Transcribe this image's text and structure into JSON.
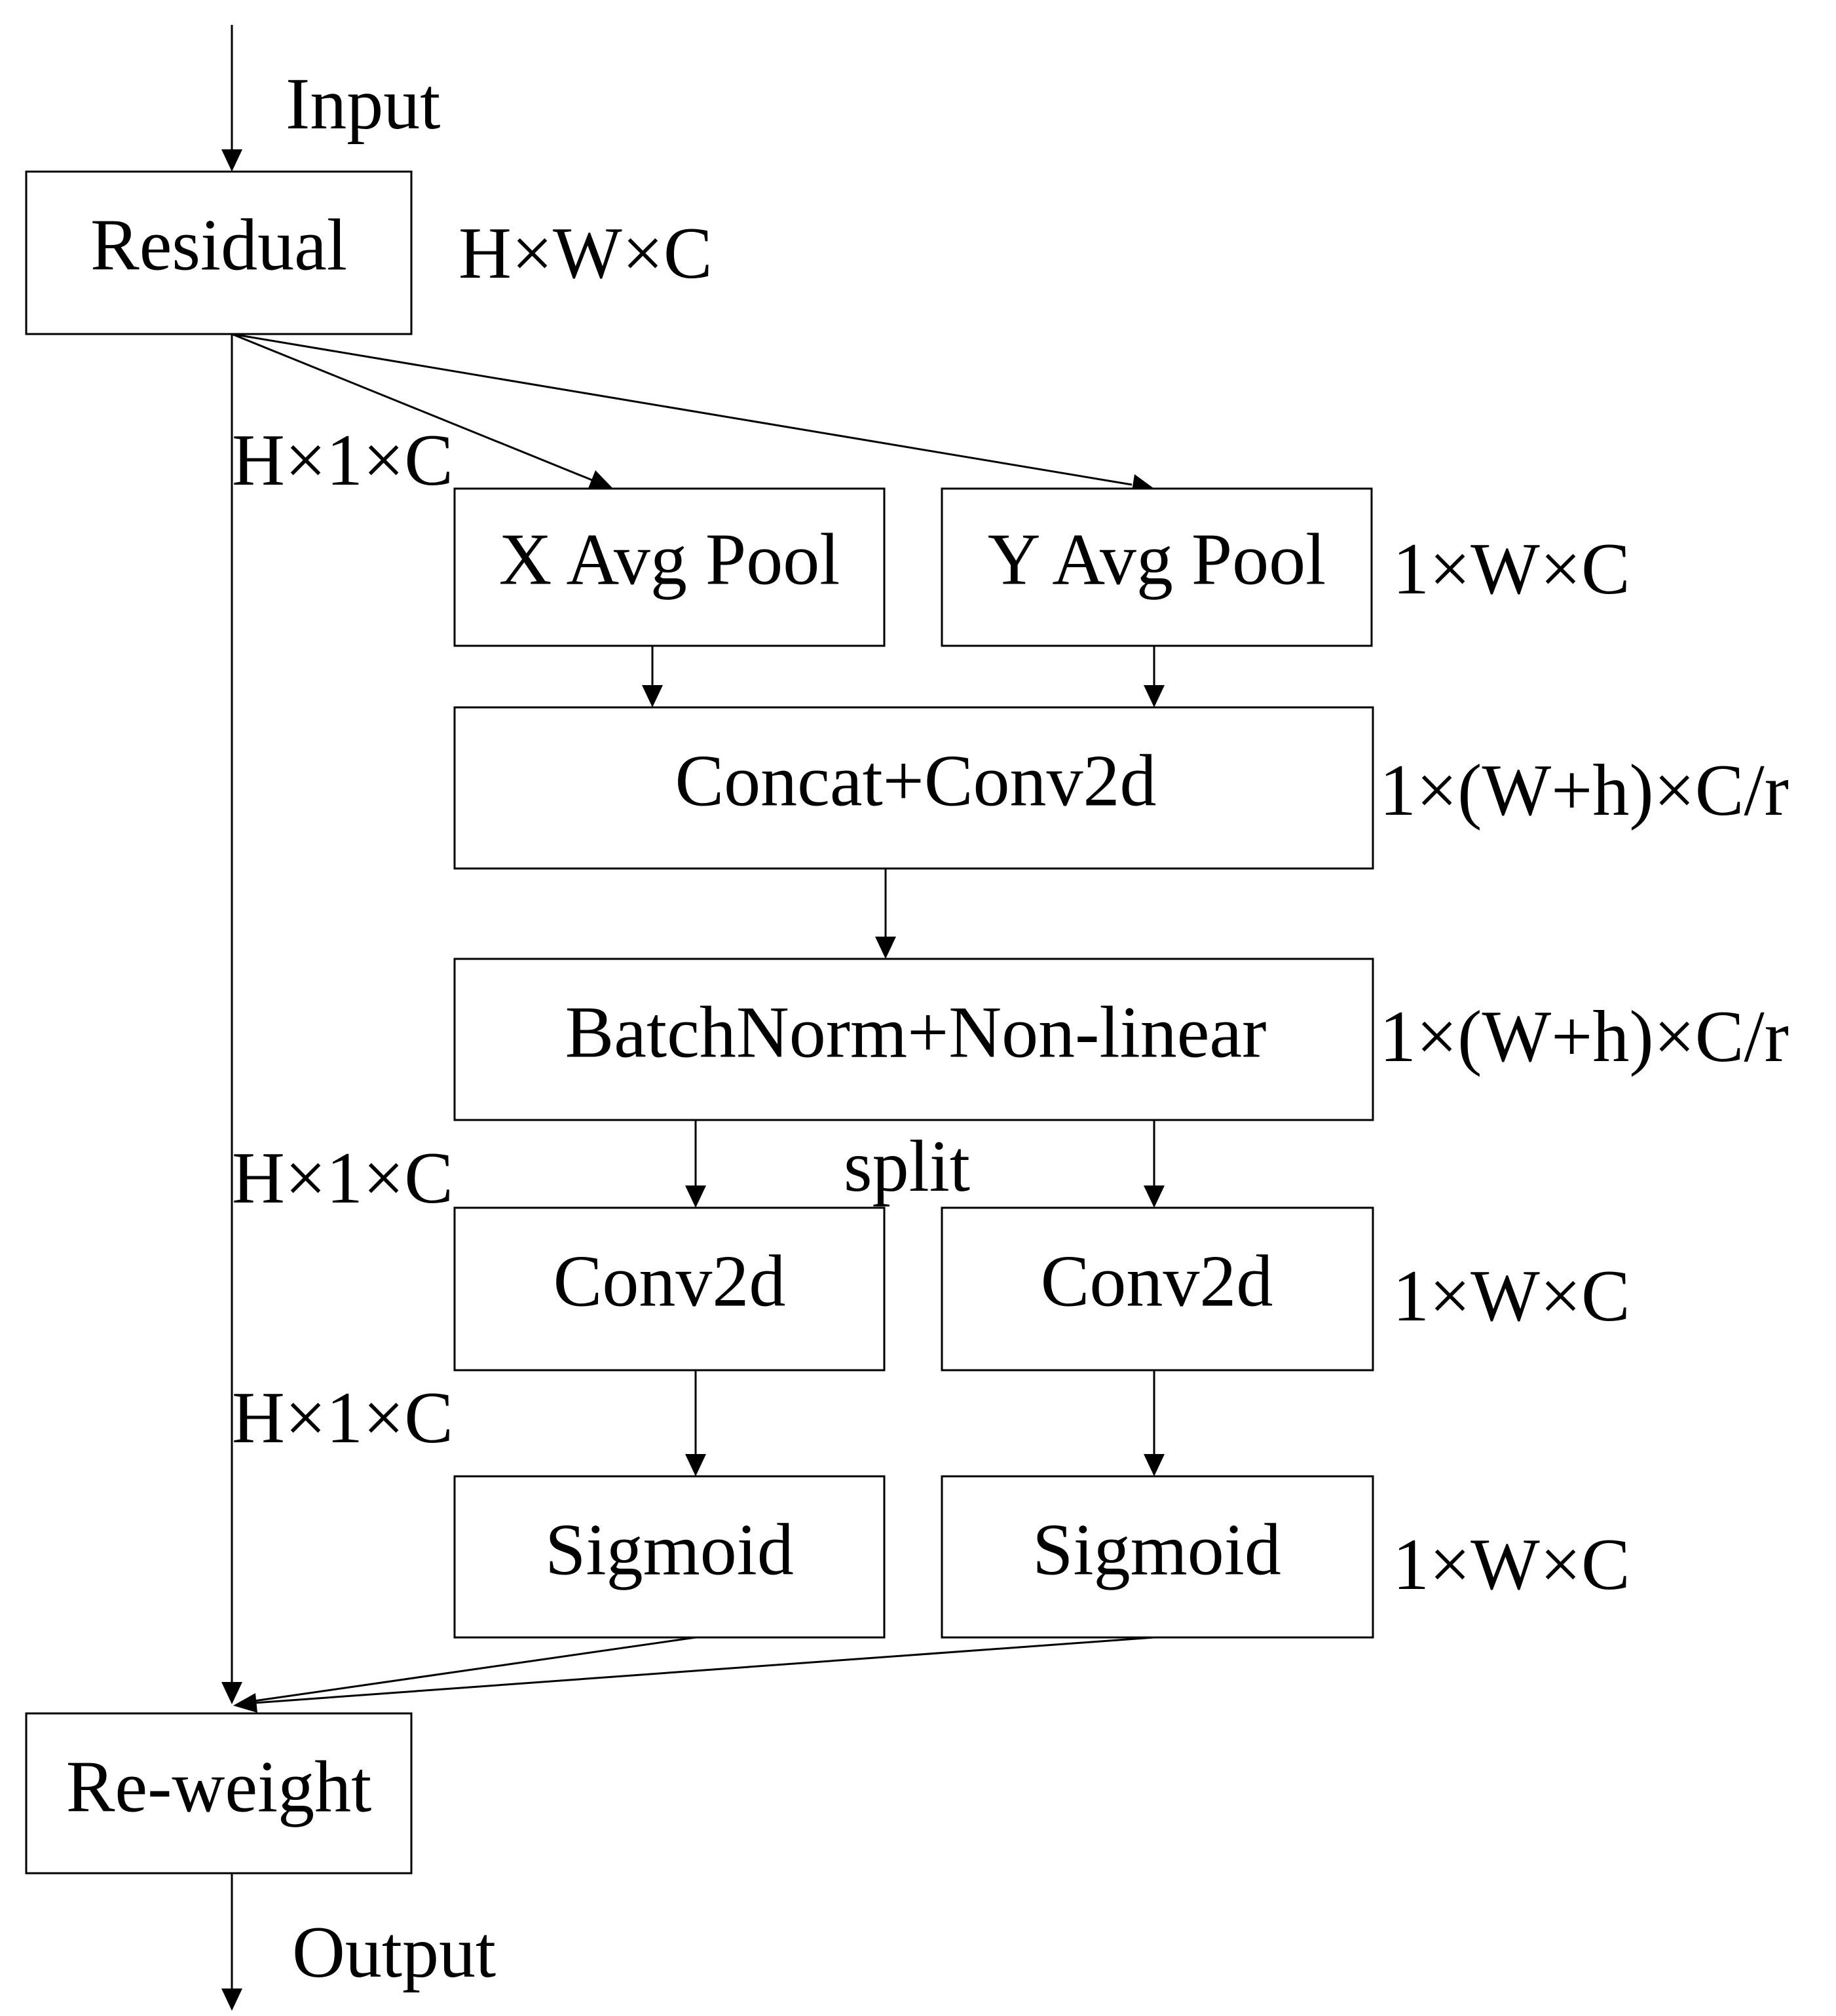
{
  "diagram": {
    "nodes": {
      "residual": "Residual",
      "x_avg_pool": "X Avg Pool",
      "y_avg_pool": "Y Avg Pool",
      "concat_conv": "Concat+Conv2d",
      "batchnorm": "BatchNorm+Non-linear",
      "conv_left": "Conv2d",
      "conv_right": "Conv2d",
      "sigmoid_left": "Sigmoid",
      "sigmoid_right": "Sigmoid",
      "reweight": "Re-weight"
    },
    "labels": {
      "input": "Input",
      "output": "Output",
      "split": "split",
      "residual_dim": "H×W×C",
      "x_branch_dim_1": "H×1×C",
      "y_pool_dim": "1×W×C",
      "concat_dim": "1×(W+h)×C/r",
      "batchnorm_dim": "1×(W+h)×C/r",
      "x_branch_dim_2": "H×1×C",
      "conv_right_dim": "1×W×C",
      "x_branch_dim_3": "H×1×C",
      "sigmoid_right_dim": "1×W×C"
    },
    "edges": [
      [
        "input",
        "residual"
      ],
      [
        "residual",
        "x_avg_pool"
      ],
      [
        "residual",
        "y_avg_pool"
      ],
      [
        "residual",
        "reweight"
      ],
      [
        "x_avg_pool",
        "concat_conv"
      ],
      [
        "y_avg_pool",
        "concat_conv"
      ],
      [
        "concat_conv",
        "batchnorm"
      ],
      [
        "batchnorm",
        "conv_left"
      ],
      [
        "batchnorm",
        "conv_right"
      ],
      [
        "conv_left",
        "sigmoid_left"
      ],
      [
        "conv_right",
        "sigmoid_right"
      ],
      [
        "sigmoid_left",
        "reweight"
      ],
      [
        "sigmoid_right",
        "reweight"
      ],
      [
        "reweight",
        "output"
      ]
    ]
  }
}
